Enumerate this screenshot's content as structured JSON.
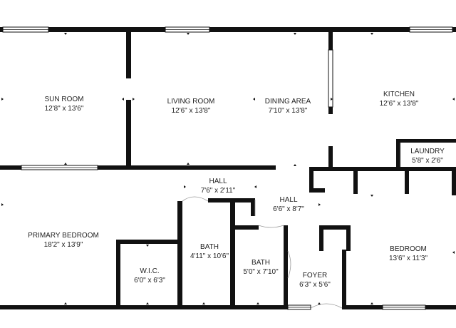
{
  "colors": {
    "wall": "#111111",
    "background": "#ffffff",
    "text": "#222222"
  },
  "rooms": [
    {
      "id": "sun-room",
      "name": "SUN ROOM",
      "dims": "12'8\" x 13'6\""
    },
    {
      "id": "living-room",
      "name": "LIVING ROOM",
      "dims": "12'6\" x 13'8\""
    },
    {
      "id": "dining-area",
      "name": "DINING AREA",
      "dims": "7'10\" x 13'8\""
    },
    {
      "id": "kitchen",
      "name": "KITCHEN",
      "dims": "12'6\" x 13'8\""
    },
    {
      "id": "laundry",
      "name": "LAUNDRY",
      "dims": "5'8\" x 2'6\""
    },
    {
      "id": "hall-upper",
      "name": "HALL",
      "dims": "7'6\" x 2'11\""
    },
    {
      "id": "hall-center",
      "name": "HALL",
      "dims": "6'6\" x 8'7\""
    },
    {
      "id": "primary-bedroom",
      "name": "PRIMARY BEDROOM",
      "dims": "18'2\" x 13'9\""
    },
    {
      "id": "wic",
      "name": "W.I.C.",
      "dims": "6'0\" x 6'3\""
    },
    {
      "id": "bath-1",
      "name": "BATH",
      "dims": "4'11\" x 10'6\""
    },
    {
      "id": "bath-2",
      "name": "BATH",
      "dims": "5'0\" x 7'10\""
    },
    {
      "id": "foyer",
      "name": "FOYER",
      "dims": "6'3\" x 5'6\""
    },
    {
      "id": "bedroom",
      "name": "BEDROOM",
      "dims": "13'6\" x 11'3\""
    }
  ]
}
